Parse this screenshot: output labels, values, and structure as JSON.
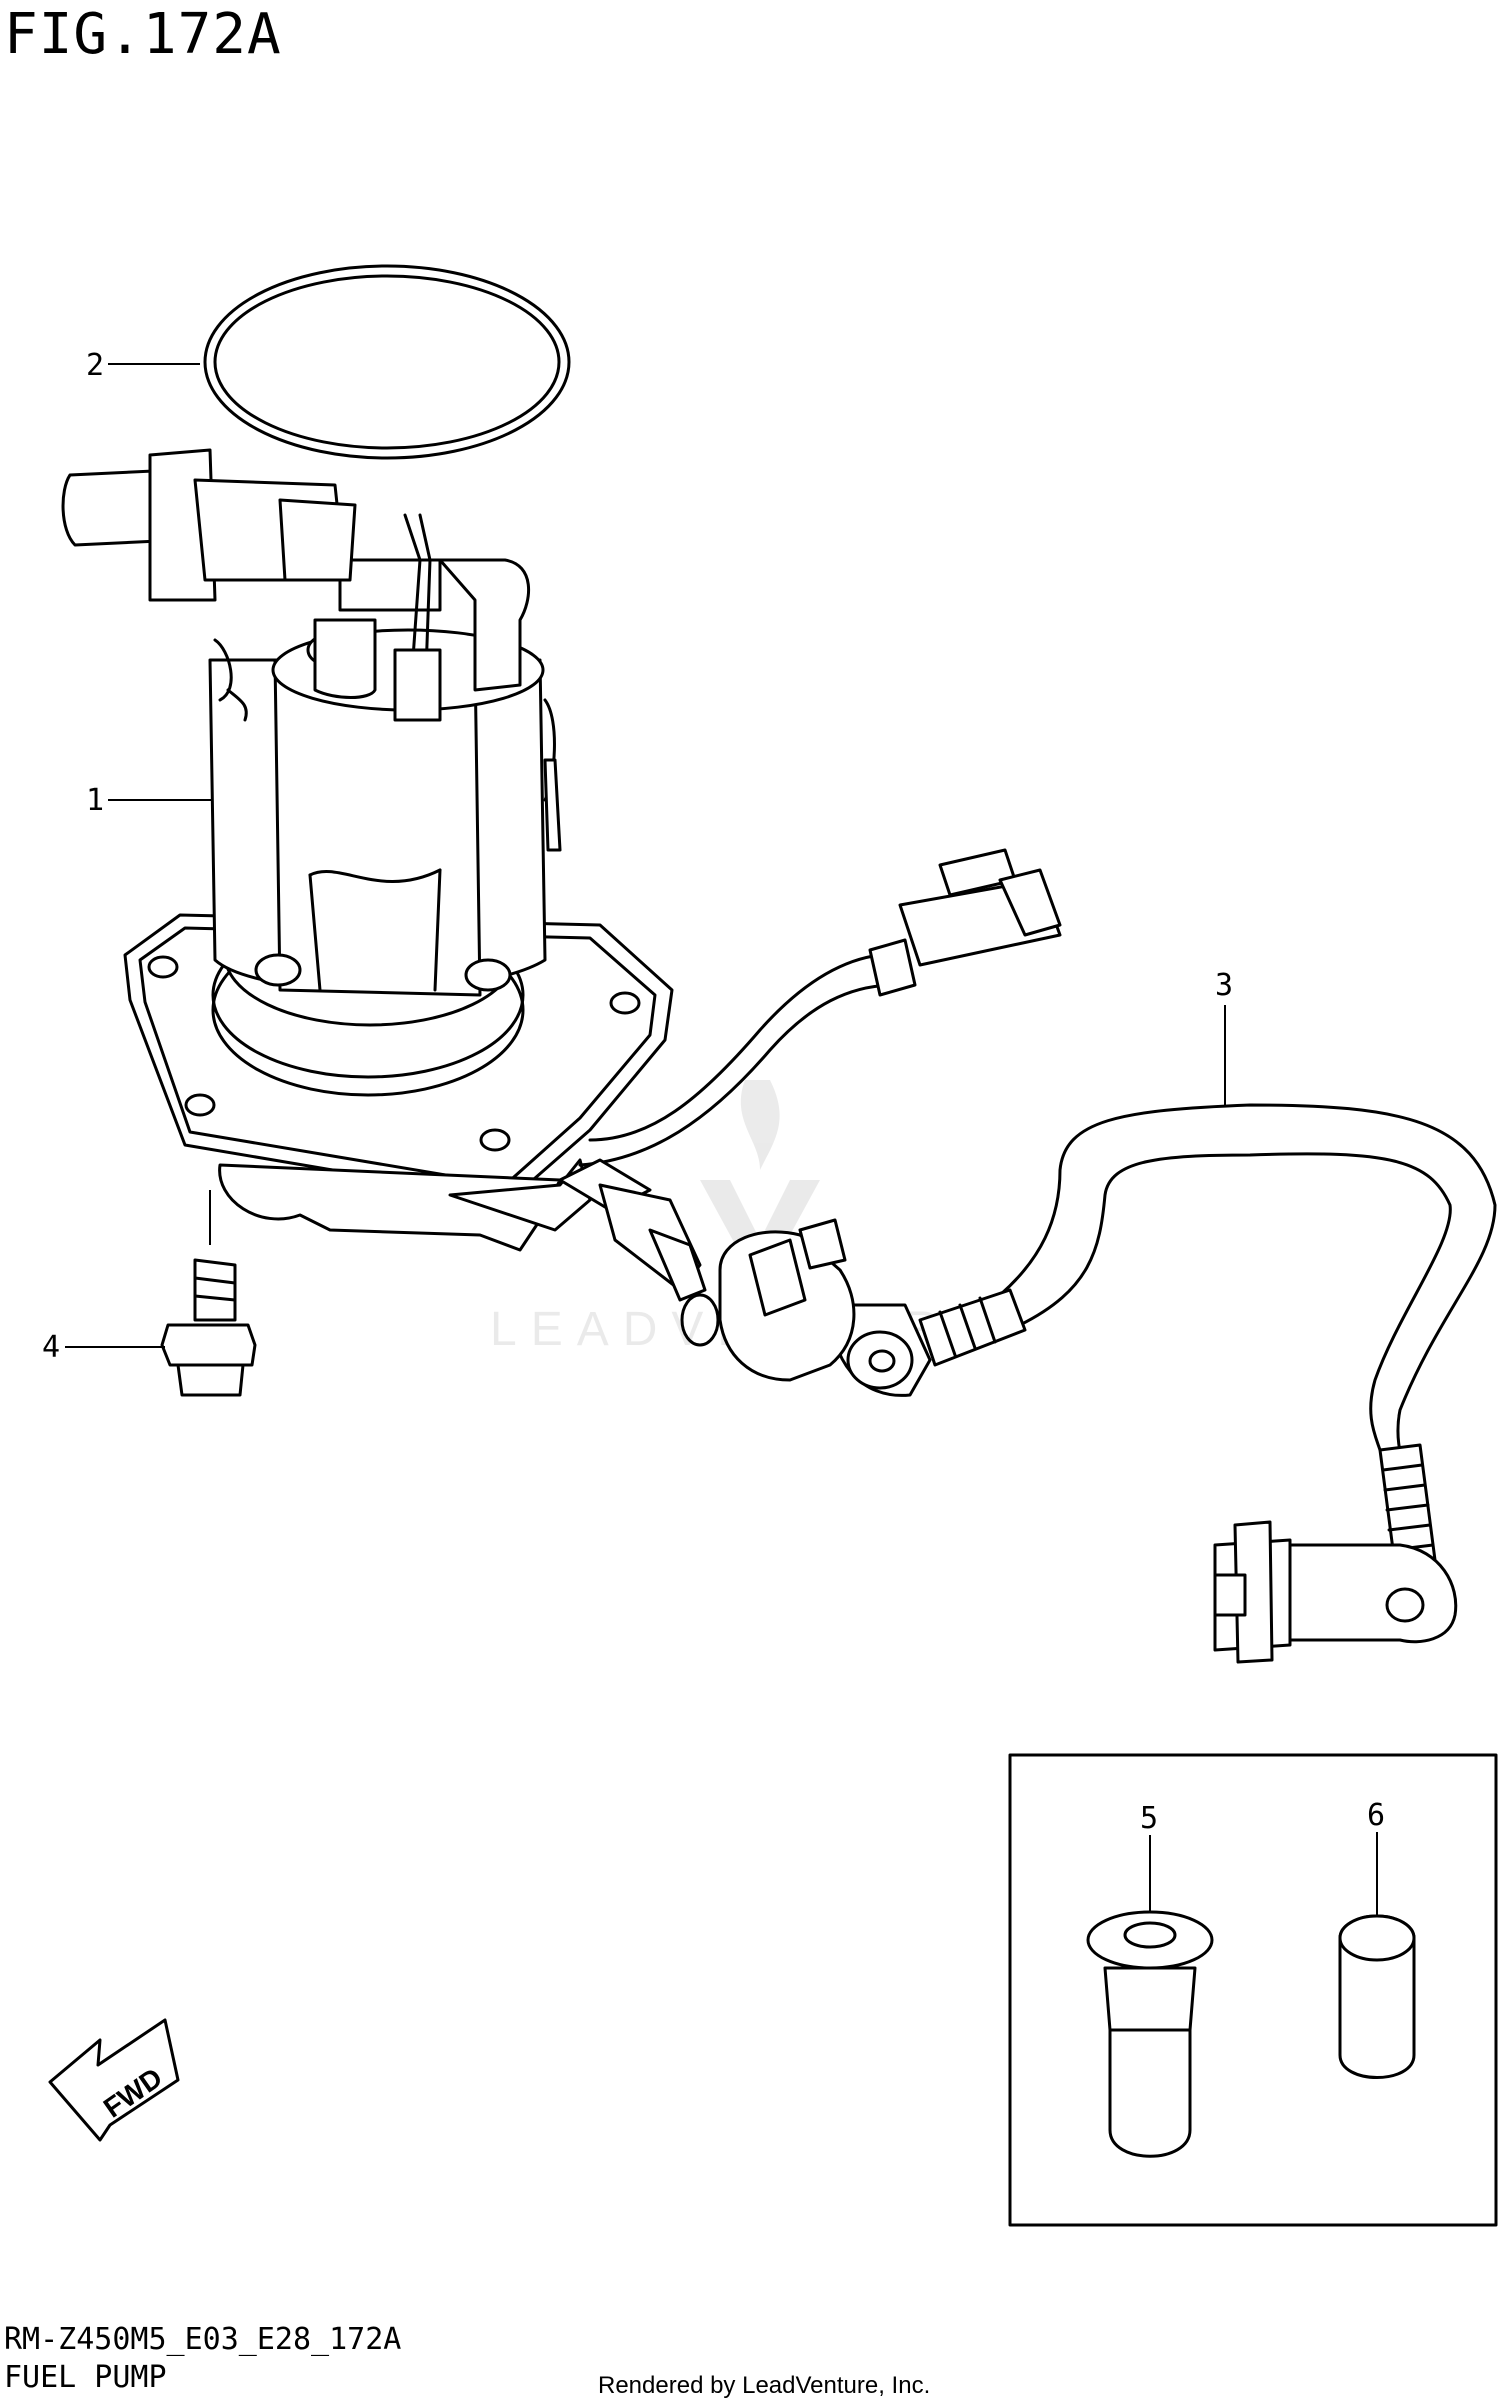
{
  "figure": {
    "title": "FIG.172A",
    "code": "RM-Z450M5_E03_E28_172A",
    "name": "FUEL PUMP",
    "rendered_by": "Rendered by LeadVenture, Inc.",
    "watermark": "LEADVENTURE"
  },
  "callouts": [
    {
      "id": "1",
      "label": "1"
    },
    {
      "id": "2",
      "label": "2"
    },
    {
      "id": "3",
      "label": "3"
    },
    {
      "id": "4",
      "label": "4"
    },
    {
      "id": "5",
      "label": "5"
    },
    {
      "id": "6",
      "label": "6"
    }
  ],
  "fwd_marker": {
    "label": "FWD"
  }
}
